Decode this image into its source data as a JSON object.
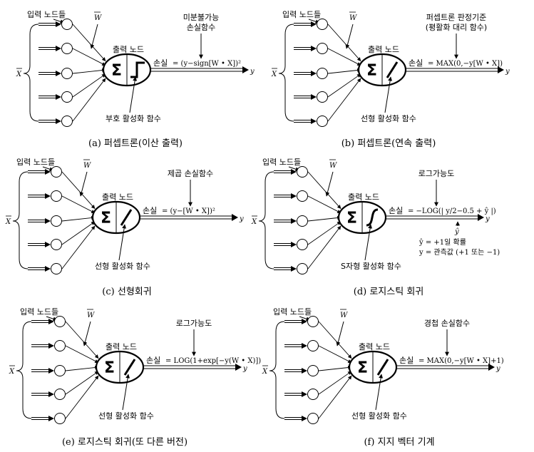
{
  "panels": [
    {
      "id": "a",
      "input_nodes_label": "입력 노드들",
      "weight_label": "W",
      "x_label": "X",
      "output_node_label": "출력 노드",
      "top_annotation": [
        "미분불가능",
        "손실함수"
      ],
      "loss_label": "손실",
      "loss_formula": "= (y−sign[W • X])²",
      "y_label": "y",
      "yhat_label": "",
      "extra_notes": [],
      "activation_label": "부호 활성화 함수",
      "activation_type": "sign",
      "caption": "(a) 퍼셉트론(이산 출력)"
    },
    {
      "id": "b",
      "input_nodes_label": "입력 노드들",
      "weight_label": "W",
      "x_label": "X",
      "output_node_label": "출력 노드",
      "top_annotation": [
        "퍼셉트론 판정기준",
        "(평활화 대리 함수)"
      ],
      "loss_label": "손실",
      "loss_formula": "= MAX(0,−y[W • X])",
      "y_label": "y",
      "yhat_label": "",
      "extra_notes": [],
      "activation_label": "선형 활성화 함수",
      "activation_type": "linear",
      "caption": "(b) 퍼셉트론(연속 출력)"
    },
    {
      "id": "c",
      "input_nodes_label": "입력 노드들",
      "weight_label": "W",
      "x_label": "X",
      "output_node_label": "출력 노드",
      "top_annotation": [
        "제곱 손실함수"
      ],
      "loss_label": "손실",
      "loss_formula": "= (y−[W • X])²",
      "y_label": "y",
      "yhat_label": "",
      "extra_notes": [],
      "activation_label": "선형 활성화 함수",
      "activation_type": "linear",
      "caption": "(c) 선형회귀"
    },
    {
      "id": "d",
      "input_nodes_label": "입력 노드들",
      "weight_label": "W",
      "x_label": "X",
      "output_node_label": "출력 노드",
      "top_annotation": [
        "로그가능도"
      ],
      "loss_label": "손실",
      "loss_formula": "= −LOG(| y/2−0.5 + ŷ |)",
      "y_label": "y",
      "yhat_label": "ŷ",
      "extra_notes": [
        "ŷ = +1일 확률",
        "y = 관측값 (+1 또는 −1)"
      ],
      "activation_label": "S자형 활성화 함수",
      "activation_type": "sigmoid",
      "caption": "(d) 로지스틱 회귀"
    },
    {
      "id": "e",
      "input_nodes_label": "입력 노드들",
      "weight_label": "W",
      "x_label": "X",
      "output_node_label": "출력 노드",
      "top_annotation": [
        "로그가능도"
      ],
      "loss_label": "손실",
      "loss_formula": "= LOG(1+exp[−y(W • X)])",
      "y_label": "y",
      "yhat_label": "",
      "extra_notes": [],
      "activation_label": "선형 활성화 함수",
      "activation_type": "linear",
      "caption": "(e) 로지스틱 회귀(또 다른 버전)"
    },
    {
      "id": "f",
      "input_nodes_label": "입력 노드들",
      "weight_label": "W",
      "x_label": "X",
      "output_node_label": "출력 노드",
      "top_annotation": [
        "경첩 손실함수"
      ],
      "loss_label": "손실",
      "loss_formula": "= MAX(0,−y[W • X]+1)",
      "y_label": "y",
      "yhat_label": "",
      "extra_notes": [],
      "activation_label": "선형 활성화 함수",
      "activation_type": "linear",
      "caption": "(f) 지지 벡터 기계"
    }
  ]
}
